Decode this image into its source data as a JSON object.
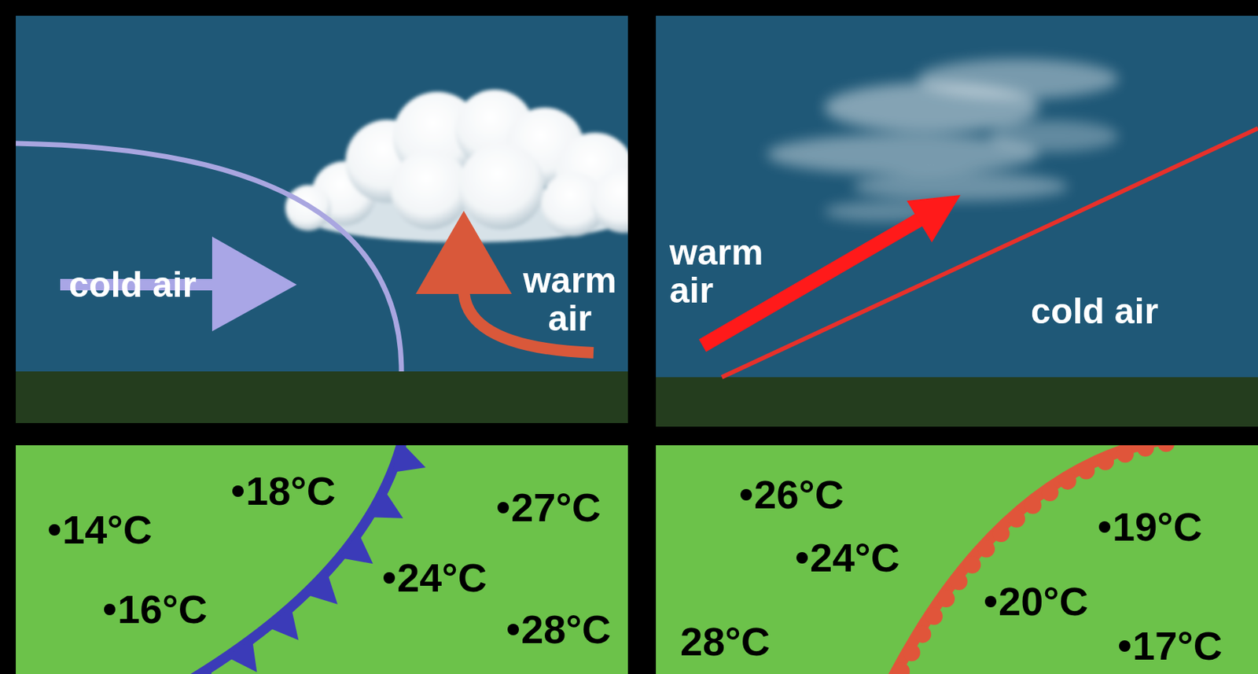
{
  "diagram": {
    "labels": [
      "cold air",
      "warm air",
      "warm air",
      "cold air",
      "14°C",
      "18°C",
      "16°C",
      "27°C",
      "24°C",
      "28°C",
      "26°C",
      "24°C",
      "28°C",
      "19°C",
      "20°C",
      "17°C"
    ]
  }
}
